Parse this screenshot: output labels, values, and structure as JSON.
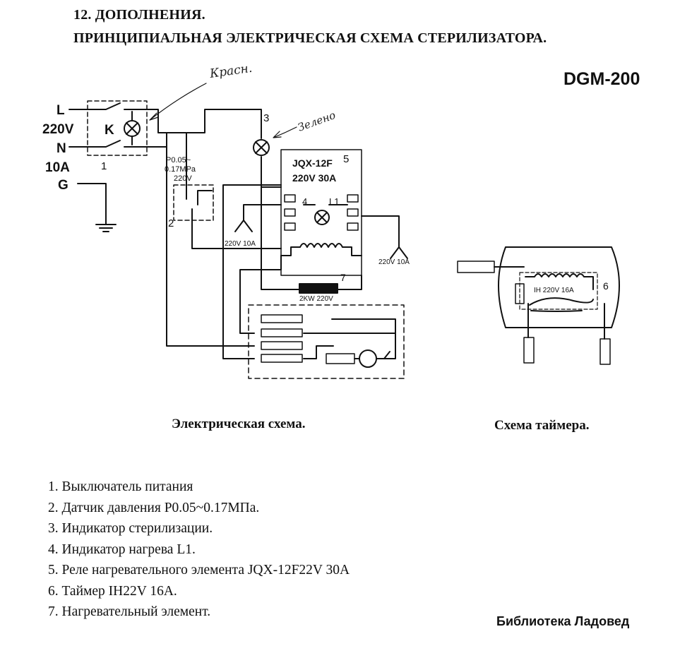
{
  "header": {
    "section": "12. ДОПОЛНЕНИЯ.",
    "title": "ПРИНЦИПИАЛЬНАЯ ЭЛЕКТРИЧЕСКАЯ СХЕМА СТЕРИЛИЗАТОРА."
  },
  "model": "DGM-200",
  "schematic": {
    "terminal_L": "L",
    "terminal_N": "N",
    "terminal_G": "G",
    "voltage": "220V",
    "current": "10A",
    "switch_K": "K",
    "num_1": "1",
    "num_2": "2",
    "num_3": "3",
    "num_4": "4",
    "num_5": "5",
    "num_7": "7",
    "sensor_p": "P0.05~",
    "sensor_p2": "0.17MPa",
    "sensor_v": "220V",
    "relay_model": "JQX-12F",
    "relay_rating": "220V 30A",
    "lamp_L1": "L1",
    "rating_a": "220V 10A",
    "rating_b": "220V 10A",
    "heater_rating": "2KW 220V",
    "note_red": "Красн.",
    "note_green": "Зелено"
  },
  "timer": {
    "num_6": "6",
    "rating": "IH 220V 16A"
  },
  "captions": {
    "main": "Электрическая схема.",
    "timer": "Схема таймера."
  },
  "legend": [
    "1. Выключатель питания",
    "2. Датчик давления P0.05~0.17МПа.",
    "3. Индикатор стерилизации.",
    "4. Индикатор нагрева L1.",
    "5. Реле нагревательного элемента JQX-12F22V 30A",
    "6. Таймер IH22V 16A.",
    "7. Нагревательный элемент."
  ],
  "footer": "Библиотека Ладовед"
}
